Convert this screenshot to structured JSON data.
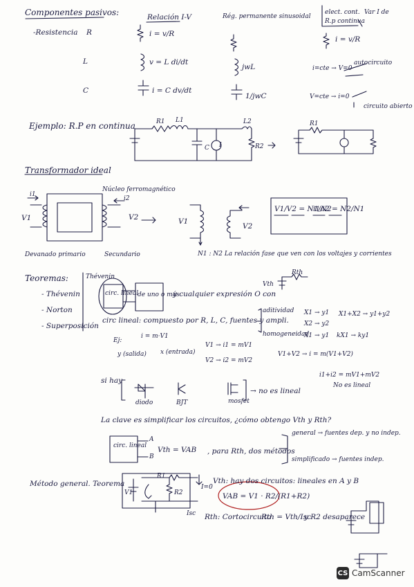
{
  "s1": {
    "title": "Componentes pasivos:",
    "rows": [
      {
        "label": "-Resistencia",
        "sym": "R",
        "eq": "i = v/R"
      },
      {
        "label": "",
        "sym": "L",
        "eq": "v = L di/dt"
      },
      {
        "label": "",
        "sym": "C",
        "eq": "i = C dv/dt"
      }
    ],
    "col1": "Relación I-V",
    "col2": "Rég. permanente sinusoidal",
    "col3a": "elect. cont.",
    "col3b": "R.p continua",
    "col3c": "Var I de",
    "l_col2": "jwL",
    "c_col2": "1/jwC",
    "l_col3": "i=cte → V=0",
    "l_col3b": "autocircuito",
    "c_col3": "V=cte → i=0",
    "c_col3b": "circuito abierto"
  },
  "s2": {
    "title": "Ejemplo: R.P en continua",
    "r1": "R1",
    "l1": "L1",
    "l2": "L2",
    "c": "C",
    "r2": "R2",
    "src": "I",
    "r1b": "R1"
  },
  "s3": {
    "title": "Transformador ideal",
    "core": "Núcleo ferromagnético",
    "prim": "Devanado primario",
    "sec": "Secundario",
    "v1": "V1",
    "v2": "V2",
    "i1": "i1",
    "i2": "i2",
    "eq1": "V1/V2 = N1/N2",
    "eq2": "i1/i2 = N2/N1",
    "note": "N1 : N2   La relación fase que ven con los voltajes y corrientes"
  },
  "s4": {
    "title": "Teoremas:",
    "items": [
      "- Thévenin",
      "- Norton",
      "- Superposición"
    ],
    "thev": "Thévenin",
    "box1": "circ. lineal",
    "box2": "de uno o más",
    "text1": "y cualquier expresión O con",
    "vth": "Vth",
    "rth": "Rth",
    "lineal": "circ lineal: compuesto por R, L, C, fuentes y ampli.",
    "adit": "aditividad",
    "homog": "homogeneidad",
    "a1": "X1 → y1",
    "a2": "X2 → y2",
    "a3": "X1+X2 → y1+y2",
    "h1": "X1 → y1",
    "h2": "kX1 → ky1",
    "ej": "Ej:",
    "ej1": "i = m·V1",
    "ej2": "y (salida)",
    "ej3": "x (entrada)",
    "ej4": "V1 → i1 = mV1",
    "ej5": "V2 → i2 = mV2",
    "ej6": "V1+V2 → i = m(V1+V2)",
    "ej7": "i1+i2 = mV1+mV2",
    "ej8": "No es lineal",
    "si": "si hay",
    "diodo": "diodo",
    "bjt": "BJT",
    "mosfet": "mosfet",
    "nolin": "→ no es lineal",
    "clave": "La clave es simplificar los circuitos, ¿cómo obtengo Vth y Rth?",
    "lin": "circ. lineal",
    "vab": "Vth = VAB",
    "rthm": ", para Rth, dos métodos",
    "gen": "general → fuentes dep. y no indep.",
    "simp": "simplificado → fuentes indep.",
    "a": "A",
    "b": "B"
  },
  "s5": {
    "title": "Método general. Teorema",
    "vth": "Vth: hay dos circuitos: lineales en A y B",
    "i0": "I=0",
    "vab": "VAB = V1 · R2/(R1+R2)",
    "rth": "Rth: Cortocircuito",
    "rthf": "Rth = Vth/Isc",
    "rth2": "y R2 desaparece",
    "isc": "Isc",
    "v1": "V1",
    "r1": "R1",
    "r2": "R2"
  },
  "watermark": {
    "box": "CS",
    "text": "CamScanner"
  }
}
